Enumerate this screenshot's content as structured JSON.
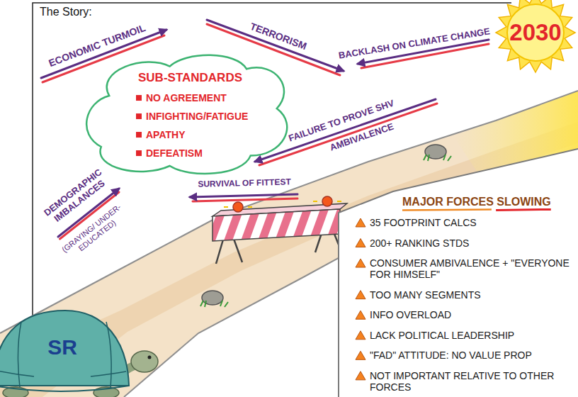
{
  "diagram": {
    "title": "The Story:",
    "nodes": [
      {
        "text": [
          "2030"
        ]
      },
      {
        "text": [
          "SUB-STANDARDS",
          "NO AGREEMENT",
          "INFIGHTING/FATIGUE",
          "APATHY",
          "DEFEATISM"
        ]
      },
      {
        "text": [
          "MAJOR FORCES SLOWING",
          "35 FOOTPRINT CALCS",
          "200+ RANKING STDS",
          "CONSUMER AMBIVALENCE + \"EVERYONE FOR HIMSELF\"",
          "TOO MANY SEGMENTS",
          "INFO OVERLOAD",
          "LACK POLITICAL LEADERSHIP",
          "\"FAD\" ATTITUDE: NO VALUE PROP",
          "NOT IMPORTANT RELATIVE TO OTHER FORCES"
        ]
      },
      {
        "text": [
          "SR"
        ]
      }
    ],
    "labels": [
      "ECONOMIC TURMOIL",
      "TERRORISM",
      "BACKLASH ON CLIMATE CHANGE",
      "FAILURE TO PROVE SHV",
      "AMBIVALENCE",
      "SURVIVAL OF FITTEST",
      "DEMOGRAPHIC IMBALANCES",
      "(GRAYING/ UNDER-EDUCATED)"
    ]
  }
}
